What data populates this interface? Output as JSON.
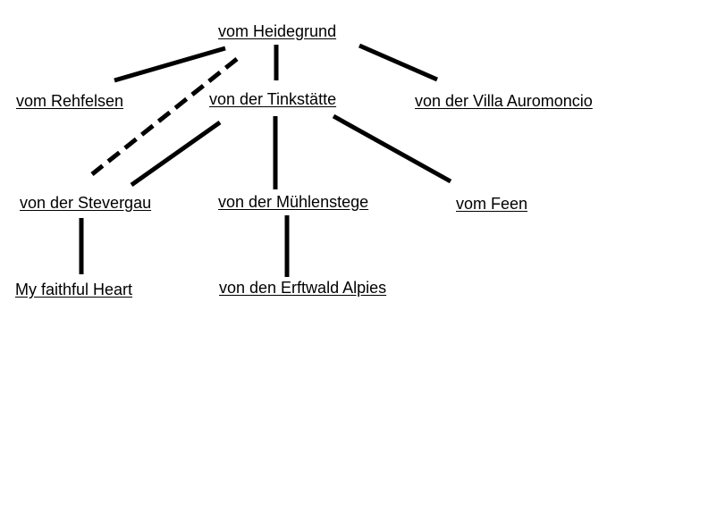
{
  "nodes": {
    "heidegrund": "vom Heidegrund",
    "rehfelsen": "vom Rehfelsen",
    "tinkstaette": "von der Tinkstätte",
    "villa": "von der Villa Auromoncio",
    "stevergau": "von der Stevergau",
    "muehlenstege": "von der Mühlenstege",
    "feen": "vom Feen",
    "faithful": "My faithful Heart",
    "erftwald": "von den Erftwald Alpies"
  },
  "links": [
    {
      "from": "heidegrund",
      "to": "rehfelsen",
      "style": "solid"
    },
    {
      "from": "heidegrund",
      "to": "tinkstaette",
      "style": "solid"
    },
    {
      "from": "heidegrund",
      "to": "villa",
      "style": "solid"
    },
    {
      "from": "heidegrund",
      "to": "stevergau",
      "style": "dashed"
    },
    {
      "from": "tinkstaette",
      "to": "stevergau",
      "style": "solid"
    },
    {
      "from": "tinkstaette",
      "to": "muehlenstege",
      "style": "solid"
    },
    {
      "from": "tinkstaette",
      "to": "feen",
      "style": "solid"
    },
    {
      "from": "stevergau",
      "to": "faithful",
      "style": "solid"
    },
    {
      "from": "muehlenstege",
      "to": "erftwald",
      "style": "solid"
    }
  ],
  "colors": {
    "line": "#000000",
    "text": "#000000",
    "background": "#ffffff"
  }
}
